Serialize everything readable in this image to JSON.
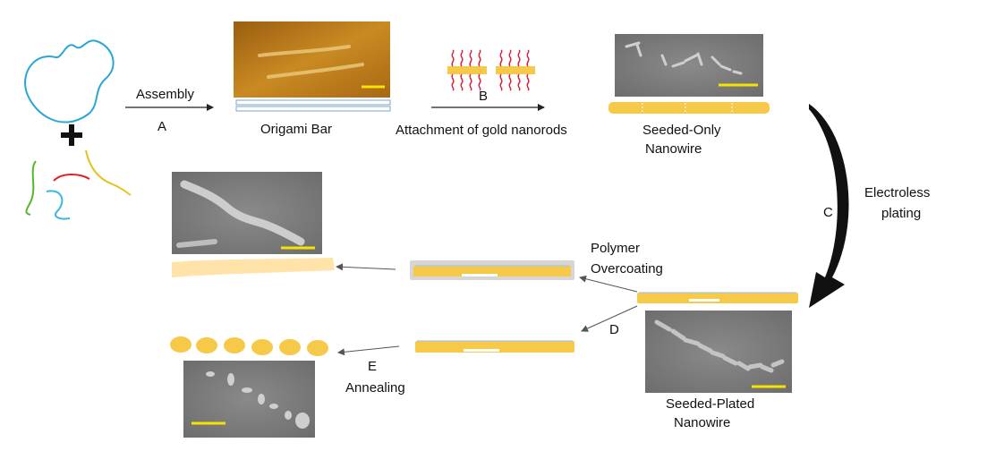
{
  "labels": {
    "assembly": "Assembly",
    "a": "A",
    "origami_bar": "Origami Bar",
    "b": "B",
    "attachment": "Attachment of gold nanorods",
    "seeded_only_1": "Seeded-Only",
    "seeded_only_2": "Nanowire",
    "electroless_1": "Electroless",
    "electroless_2": "plating",
    "c": "C",
    "polymer_1": "Polymer",
    "polymer_2": "Overcoating",
    "d": "D",
    "e": "E",
    "annealing": "Annealing",
    "seeded_plated_1": "Seeded-Plated",
    "seeded_plated_2": "Nanowire",
    "plus": "+"
  },
  "colors": {
    "gold": "#f7c948",
    "gold_light": "#ffe3a8",
    "scale_bar": "#f5e400",
    "sem_bg": "#7c7c7c",
    "afm_bg": "#b87a18",
    "strand_blue": "#2aa6d6",
    "strand_green": "#58b52a",
    "strand_red": "#e02020",
    "strand_yellow": "#e6c21e",
    "strand_cyan": "#39b9e0",
    "ligand_red": "#d8213a",
    "polymer_grey": "#d6d6d6",
    "arrow_dark": "#111111",
    "arrow_grey": "#555555"
  }
}
